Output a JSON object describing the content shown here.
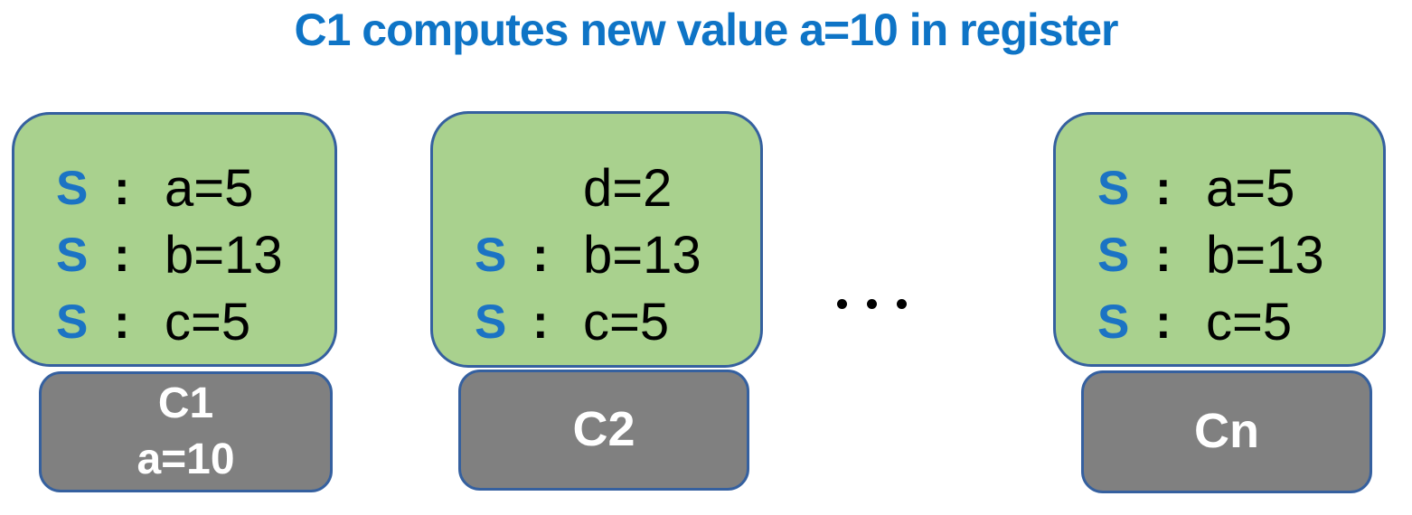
{
  "title": {
    "text": "C1 computes new value a=10 in register"
  },
  "colors": {
    "title_blue": "#0e74c6",
    "s_prefix_blue": "#1b73c4",
    "cache_fill_green": "#a9d18e",
    "box_border_blue": "#35609f",
    "server_fill_gray": "#808080",
    "server_text_white": "#ffffff",
    "value_text_black": "#000000"
  },
  "ellipsis": {
    "icon": "ellipsis-dots"
  },
  "nodes": [
    {
      "name": "C1",
      "cache": {
        "lines": [
          {
            "prefix": "S",
            "colon": ":",
            "value": "a=5"
          },
          {
            "prefix": "S",
            "colon": ":",
            "value": "b=13"
          },
          {
            "prefix": "S",
            "colon": ":",
            "value": "c=5"
          }
        ]
      },
      "server": {
        "line1": "C1",
        "line2": "a=10"
      }
    },
    {
      "name": "C2",
      "cache": {
        "lines": [
          {
            "prefix": "",
            "colon": "",
            "value": "d=2"
          },
          {
            "prefix": "S",
            "colon": ":",
            "value": "b=13"
          },
          {
            "prefix": "S",
            "colon": ":",
            "value": "c=5"
          }
        ]
      },
      "server": {
        "line1": "C2"
      }
    },
    {
      "name": "Cn",
      "cache": {
        "lines": [
          {
            "prefix": "S",
            "colon": ":",
            "value": "a=5"
          },
          {
            "prefix": "S",
            "colon": ":",
            "value": "b=13"
          },
          {
            "prefix": "S",
            "colon": ":",
            "value": "c=5"
          }
        ]
      },
      "server": {
        "line1": "Cn"
      }
    }
  ]
}
